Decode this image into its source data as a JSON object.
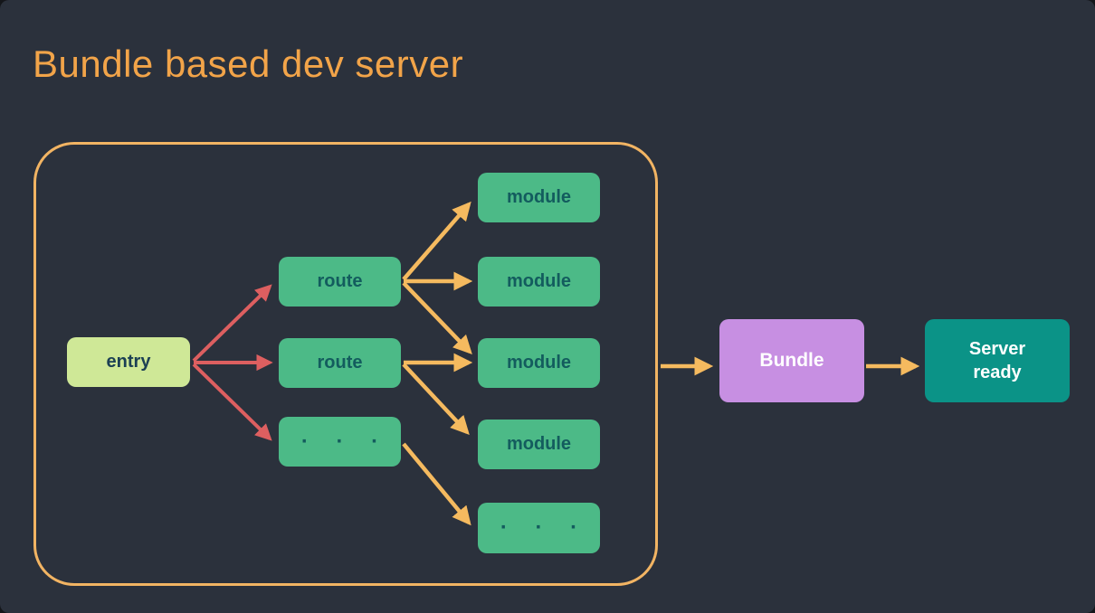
{
  "title": "Bundle based dev server",
  "nodes": {
    "entry": {
      "label": "entry"
    },
    "route1": {
      "label": "route"
    },
    "route2": {
      "label": "route"
    },
    "routes_more": {
      "label": "· · ·"
    },
    "module1": {
      "label": "module"
    },
    "module2": {
      "label": "module"
    },
    "module3": {
      "label": "module"
    },
    "module4": {
      "label": "module"
    },
    "modules_more": {
      "label": "· · ·"
    },
    "bundle": {
      "label": "Bundle"
    },
    "server_ready": {
      "line1": "Server",
      "line2": "ready"
    }
  },
  "edges": [
    {
      "from": "entry",
      "to": "route1",
      "color": "red"
    },
    {
      "from": "entry",
      "to": "route2",
      "color": "red"
    },
    {
      "from": "entry",
      "to": "routes_more",
      "color": "red"
    },
    {
      "from": "route1",
      "to": "module1",
      "color": "orange"
    },
    {
      "from": "route1",
      "to": "module2",
      "color": "orange"
    },
    {
      "from": "route1",
      "to": "module3",
      "color": "orange"
    },
    {
      "from": "route2",
      "to": "module3",
      "color": "orange"
    },
    {
      "from": "route2",
      "to": "module4",
      "color": "orange"
    },
    {
      "from": "routes_more",
      "to": "modules_more",
      "color": "orange"
    },
    {
      "from": "bundle-scope",
      "to": "bundle",
      "color": "orange"
    },
    {
      "from": "bundle",
      "to": "server_ready",
      "color": "orange"
    }
  ],
  "colors": {
    "background": "#2b313c",
    "title": "#f2a449",
    "container_border": "#f2b463",
    "entry_bg": "#cfe897",
    "entry_text": "#1c4054",
    "node_bg": "#4cba87",
    "node_text": "#135c5e",
    "bundle_bg": "#c78fe2",
    "bundle_text": "#ffffff",
    "server_bg": "#0b9387",
    "server_text": "#ffffff",
    "red_arrow": "#dd5f60",
    "orange_arrow": "#f5ba5f"
  }
}
